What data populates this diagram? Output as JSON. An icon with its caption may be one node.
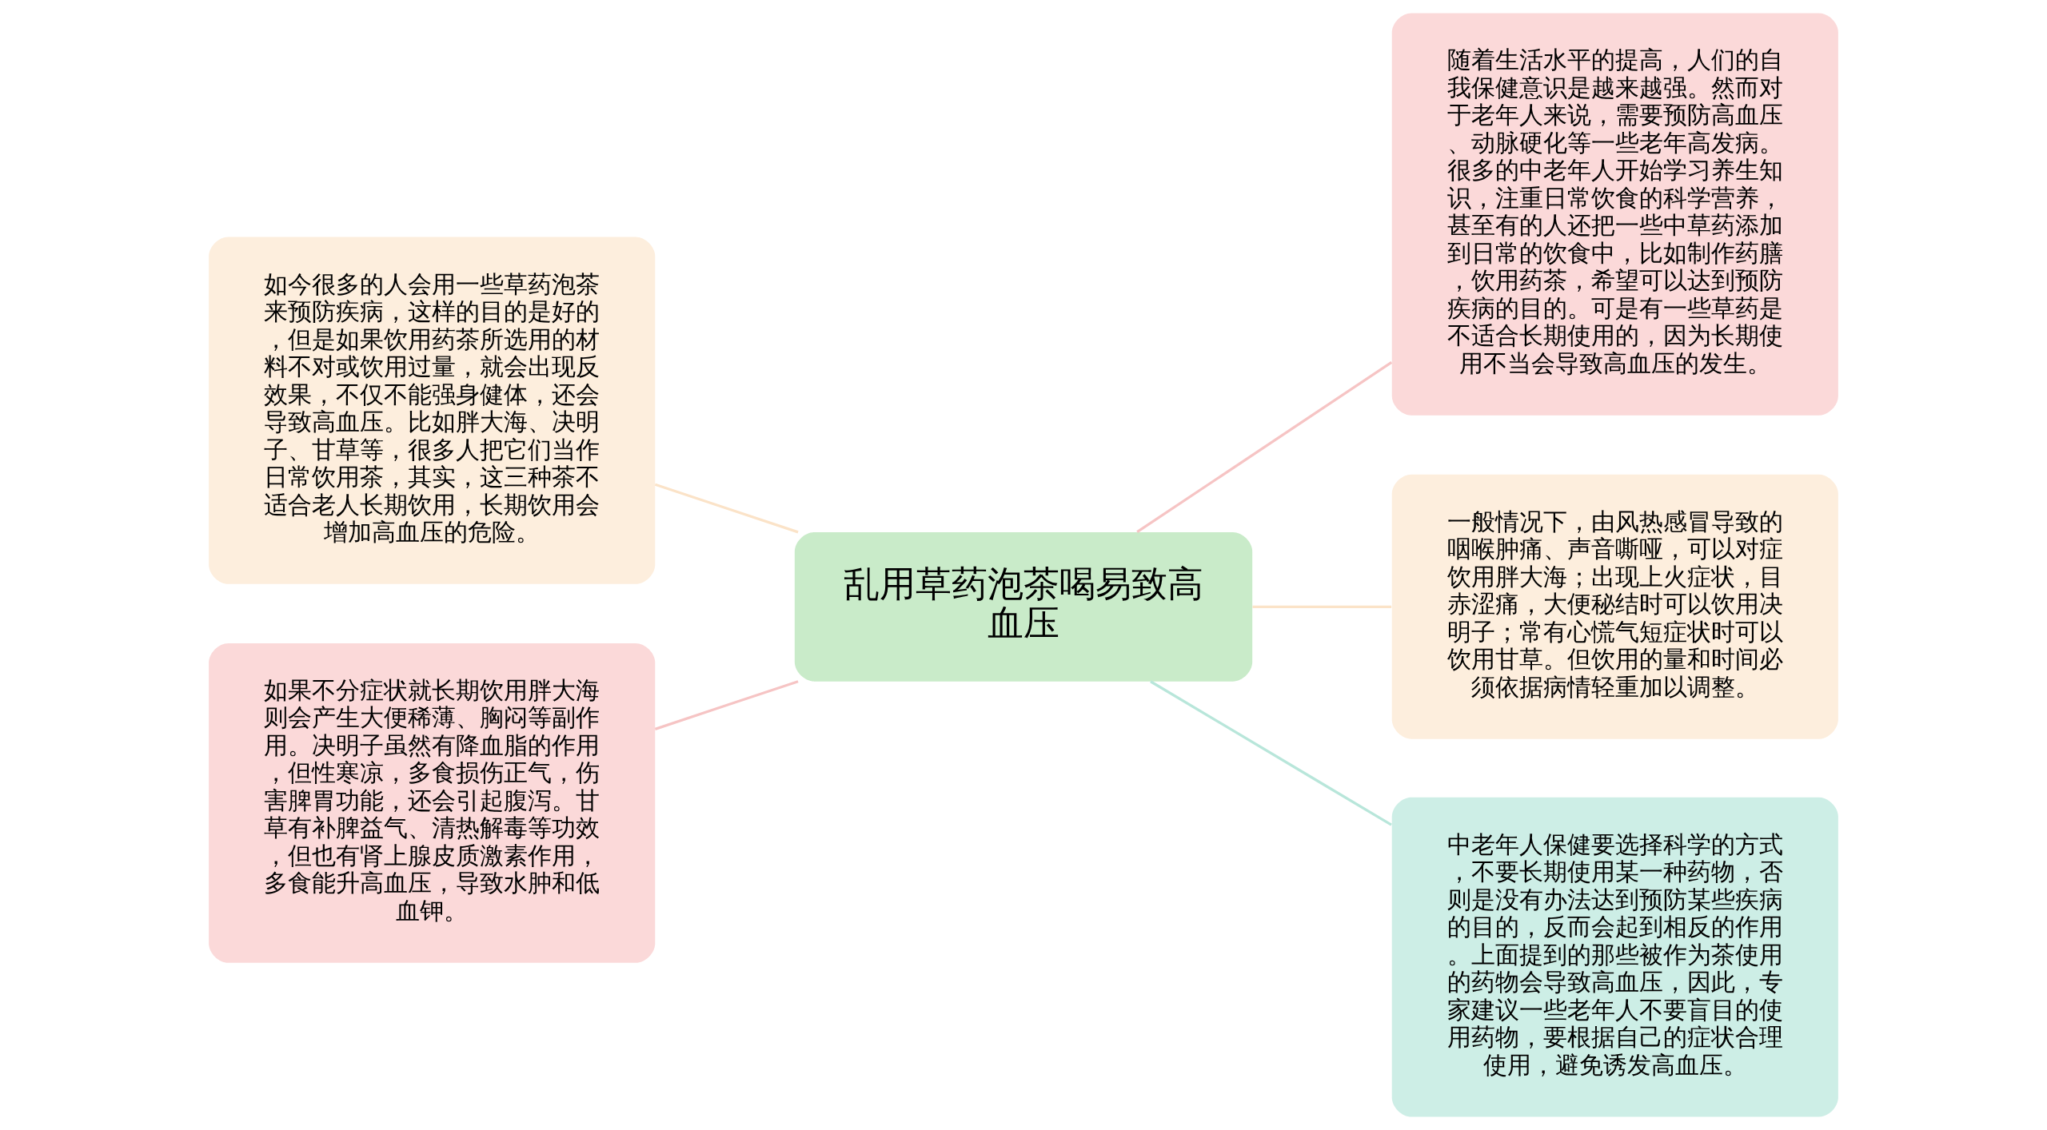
{
  "diagram": {
    "nodes": [
      {
        "text": [
          "乱用草药泡茶喝易致高血压"
        ]
      },
      {
        "text": [
          "如今很多的人会用一些草药泡茶来预防疾病，这样的目的是好的，但是如果饮用药茶所选用的材料不对或饮用过量，就会出现反效果，不仅不能强身健体，还会导致高血压。比如胖大海、决明子、甘草等，很多人把它们当作日常饮用茶，其实，这三种茶不适合老人长期饮用，长期饮用会增加高血压的危险。"
        ]
      },
      {
        "text": [
          "如果不分症状就长期饮用胖大海则会产生大便稀薄、胸闷等副作用。决明子虽然有降血脂的作用，但性寒凉，多食损伤正气，伤害脾胃功能，还会引起腹泻。甘草有补脾益气、清热解毒等功效，但也有肾上腺皮质激素作用，多食能升高血压，导致水肿和低血钾。"
        ]
      },
      {
        "text": [
          "随着生活水平的提高，人们的自我保健意识是越来越强。然而对于老年人来说，需要预防高血压、动脉硬化等一些老年高发病。很多的中老年人开始学习养生知识，注重日常饮食的科学营养，甚至有的人还把一些中草药添加到日常的饮食中，比如制作药膳，饮用药茶，希望可以达到预防疾病的目的。可是有一些草药是不适合长期使用的，因为长期使用不当会导致高血压的发生。"
        ]
      },
      {
        "text": [
          "一般情况下，由风热感冒导致的咽喉肿痛、声音嘶哑，可以对症饮用胖大海；出现上火症状，目赤涩痛，大便秘结时可以饮用决明子；常有心慌气短症状时可以饮用甘草。但饮用的量和时间必须依据病情轻重加以调整。"
        ]
      },
      {
        "text": [
          "中老年人保健要选择科学的方式，不要长期使用某一种药物，否则是没有办法达到预防某些疾病的目的，反而会起到相反的作用。上面提到的那些被作为茶使用的药物会导致高血压，因此，专家建议一些老年人不要盲目的使用药物，要根据自己的症状合理使用，避免诱发高血压。"
        ]
      }
    ],
    "edges": [
      {
        "from": 0,
        "to": 1,
        "arrow": "none",
        "color": "#fbe3c8"
      },
      {
        "from": 0,
        "to": 2,
        "arrow": "none",
        "color": "#f6c4c4"
      },
      {
        "from": 0,
        "to": 3,
        "arrow": "none",
        "color": "#f6c4c4"
      },
      {
        "from": 0,
        "to": 4,
        "arrow": "none",
        "color": "#fbe3c8"
      },
      {
        "from": 0,
        "to": 5,
        "arrow": "none",
        "color": "#b8e6da"
      }
    ]
  }
}
